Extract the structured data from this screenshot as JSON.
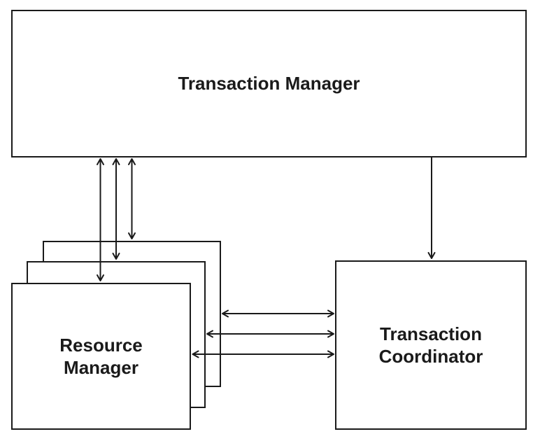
{
  "canvas": {
    "background_color": "#ffffff",
    "ink_color": "#1a1a1a"
  },
  "nodes": {
    "transaction_manager": {
      "label": "Transaction Manager"
    },
    "resource_manager": {
      "label": "Resource\nManager",
      "stack_count": 3
    },
    "transaction_coordinator": {
      "label": "Transaction\nCoordinator"
    }
  },
  "edges": [
    {
      "from": "transaction_manager",
      "to": "resource_manager",
      "style": "bidirectional",
      "count": 3
    },
    {
      "from": "transaction_manager",
      "to": "transaction_coordinator",
      "style": "directed",
      "count": 1
    },
    {
      "from": "resource_manager",
      "to": "transaction_coordinator",
      "style": "bidirectional",
      "count": 3
    }
  ]
}
